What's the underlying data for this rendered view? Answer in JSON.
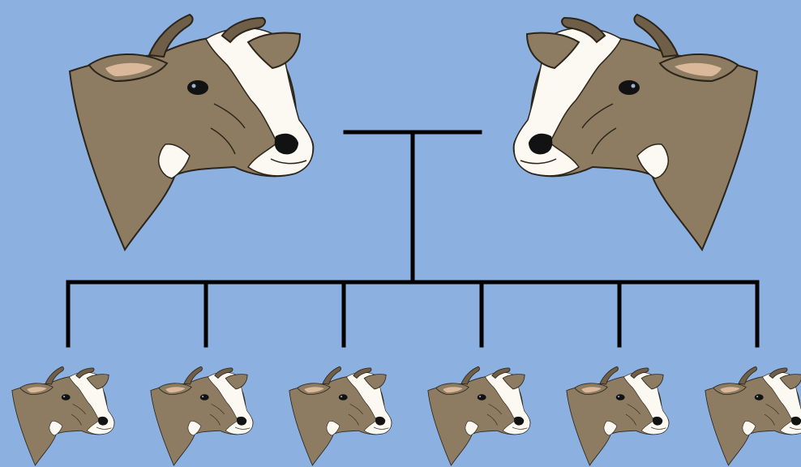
{
  "colors": {
    "background": "#8CB1E1",
    "line": "#000000",
    "coat": "#8E7C62",
    "coat_dark": "#6F5E48",
    "white_patch": "#FBF9F1",
    "outline": "#2B2419",
    "nose": "#121212",
    "ear_inner": "#D9B99A"
  },
  "parents": [
    {
      "role": "parent",
      "facing": "right",
      "icon": "cow-head-icon"
    },
    {
      "role": "parent",
      "facing": "left",
      "icon": "cow-head-icon"
    }
  ],
  "offspring": [
    {
      "role": "offspring",
      "facing": "right",
      "icon": "cow-head-icon"
    },
    {
      "role": "offspring",
      "facing": "right",
      "icon": "cow-head-icon"
    },
    {
      "role": "offspring",
      "facing": "right",
      "icon": "cow-head-icon"
    },
    {
      "role": "offspring",
      "facing": "right",
      "icon": "cow-head-icon"
    },
    {
      "role": "offspring",
      "facing": "right",
      "icon": "cow-head-icon"
    },
    {
      "role": "offspring",
      "facing": "right",
      "icon": "cow-head-icon"
    }
  ]
}
